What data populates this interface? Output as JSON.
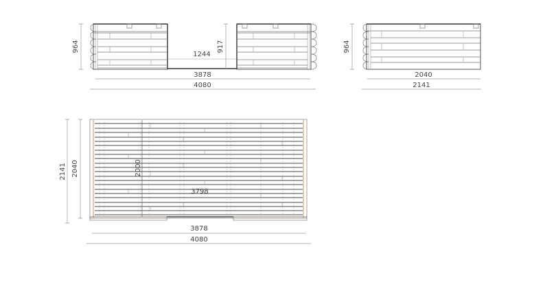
{
  "drawing": {
    "front_elevation": {
      "height_label": "964",
      "opening_height_label": "917",
      "opening_width_label": "1244",
      "inner_width_label": "3878",
      "outer_width_label": "4080"
    },
    "side_elevation": {
      "height_label": "964",
      "inner_width_label": "2040",
      "outer_width_label": "2141"
    },
    "plan_view": {
      "outer_depth_label": "2141",
      "inner_depth_label": "2040",
      "board_length_label": "2000",
      "board_span_label": "3798",
      "inner_width_label": "3878",
      "outer_width_label": "4080"
    },
    "colors": {
      "line": "#555555",
      "dimension": "#999999",
      "wood_accent": "#c8925a",
      "background": "#ffffff"
    }
  }
}
